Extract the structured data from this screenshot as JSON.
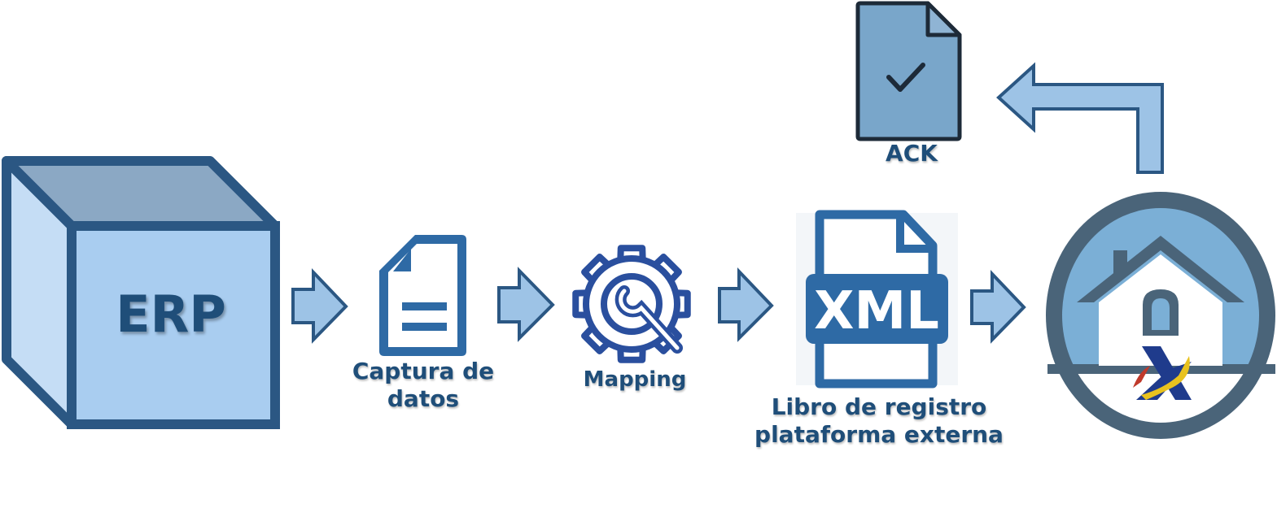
{
  "nodes": {
    "erp": {
      "label": "ERP"
    },
    "captura": {
      "line1": "Captura de",
      "line2": "datos"
    },
    "mapping": {
      "label": "Mapping"
    },
    "libro": {
      "line1": "Libro de registro",
      "line2": "plataforma externa",
      "badge": "XML"
    },
    "ack": {
      "label": "ACK"
    }
  },
  "colors": {
    "dark": "#2b5783",
    "medium": "#2e6aa5",
    "arrow_fill": "#9dc3e6",
    "cube_front": "#a9cdf0",
    "cube_side": "#c5ddf5",
    "cube_top": "#8ba8c4",
    "ack_fill": "#79a6ca",
    "circle_outer": "#4a6479",
    "circle_inner": "#7bafd6"
  }
}
